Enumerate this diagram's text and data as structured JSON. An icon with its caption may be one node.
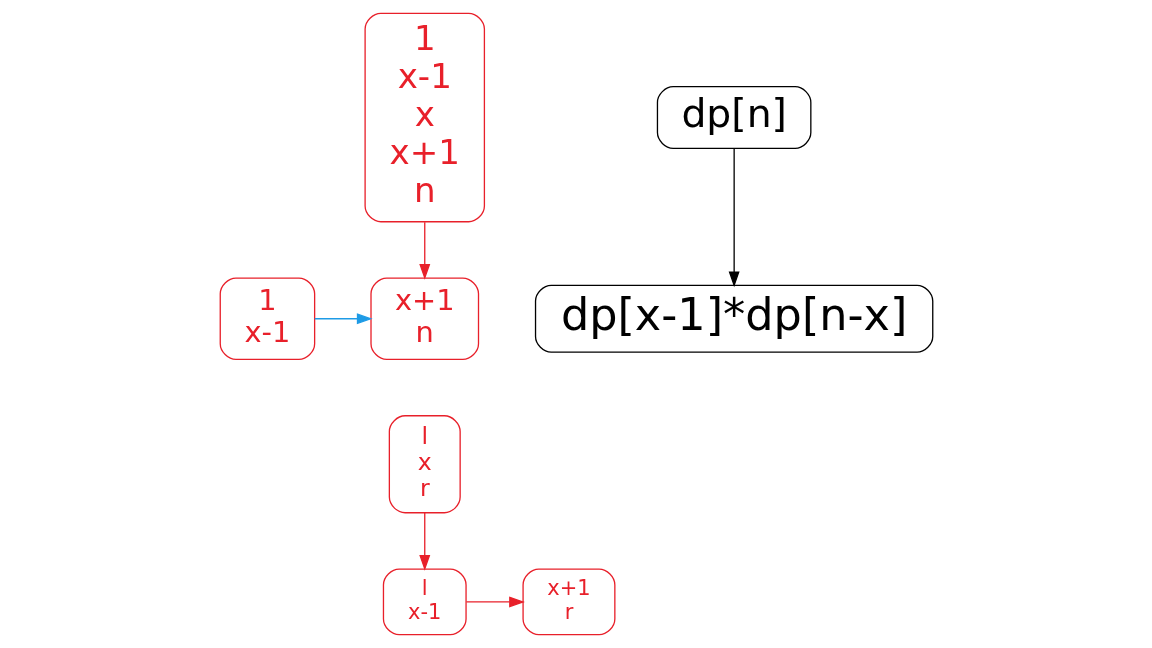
{
  "diagram": {
    "nodes": [
      {
        "text": [
          "1",
          "x-1",
          "x",
          "x+1",
          "n"
        ]
      },
      {
        "text": [
          "1",
          "x-1"
        ]
      },
      {
        "text": [
          "x+1",
          "n"
        ]
      },
      {
        "text": [
          "l",
          "x",
          "r"
        ]
      },
      {
        "text": [
          "l",
          "x-1"
        ]
      },
      {
        "text": [
          "x+1",
          "r"
        ]
      },
      {
        "text": [
          "dp[n]"
        ]
      },
      {
        "text": [
          "dp[x-1]*dp[n-x]"
        ]
      }
    ],
    "edges": [
      {
        "from": 0,
        "to": 2,
        "arrow": "to"
      },
      {
        "from": 1,
        "to": 2,
        "arrow": "to",
        "color": "#1e9be6"
      },
      {
        "from": 3,
        "to": 4,
        "arrow": "to"
      },
      {
        "from": 4,
        "to": 5,
        "arrow": "to"
      },
      {
        "from": 6,
        "to": 7,
        "arrow": "to",
        "color": "#000000"
      }
    ]
  }
}
